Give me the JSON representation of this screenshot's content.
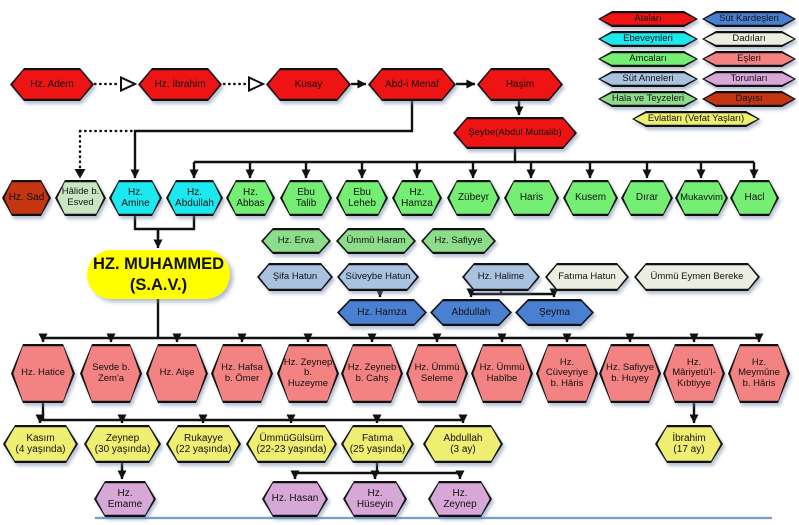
{
  "colors": {
    "ata": "#ee1414",
    "ebeveyn": "#1ce8f0",
    "amca": "#74ef74",
    "hala": "#8cdc8c",
    "sutanne": "#a9c2e0",
    "sutkardes": "#4a80d2",
    "dadi": "#ecede0",
    "halide": "#c9e6c2",
    "es": "#f38282",
    "evlat": "#eeee72",
    "torun": "#d7a8d7",
    "dayi": "#c43512",
    "prophet": "#ffff00",
    "line": "#111111",
    "footer_rule": "#7b9ccb"
  },
  "legend": {
    "items": [
      {
        "id": "atalari",
        "label": "Ataları",
        "role": "ata"
      },
      {
        "id": "sut-kardesleri",
        "label": "Süt Kardeşleri",
        "role": "sutkardes"
      },
      {
        "id": "ebeveynleri",
        "label": "Ebeveynleri",
        "role": "ebeveyn"
      },
      {
        "id": "dadilari",
        "label": "Dadıları",
        "role": "dadi"
      },
      {
        "id": "amcalari",
        "label": "Amcaları",
        "role": "amca"
      },
      {
        "id": "esleri",
        "label": "Eşleri",
        "role": "es"
      },
      {
        "id": "sut-anneleri",
        "label": "Süt Anneleri",
        "role": "sutanne"
      },
      {
        "id": "torunlari",
        "label": "Torunları",
        "role": "torun"
      },
      {
        "id": "hala-ve-teyzeleri",
        "label": "Hala ve Teyzeleri",
        "role": "hala"
      },
      {
        "id": "dayisi",
        "label": "Dayısı",
        "role": "dayi"
      }
    ],
    "footer": {
      "id": "evlatlari",
      "label": "Evlatları (Vefat Yaşları)",
      "role": "evlat"
    }
  },
  "groups": {
    "ancestors": [
      {
        "id": "adem",
        "label": "Hz. Adem",
        "role": "ata"
      },
      {
        "id": "ibrahim",
        "label": "Hz. İbrahim",
        "role": "ata"
      },
      {
        "id": "kusay",
        "label": "Kusay",
        "role": "ata"
      },
      {
        "id": "abdimenaf",
        "label": "Abd-i Menaf",
        "role": "ata"
      },
      {
        "id": "hasim",
        "label": "Haşim",
        "role": "ata"
      },
      {
        "id": "seybe",
        "label": "Şeybe(Abdul Muttalib)",
        "role": "ata"
      }
    ],
    "generation2": [
      {
        "id": "sad",
        "label": "Hz. Sad",
        "role": "dayi"
      },
      {
        "id": "halide",
        "label": "Hâlide b.\nEsved",
        "role": "halide"
      },
      {
        "id": "amine",
        "label": "Hz.\nAmine",
        "role": "ebeveyn"
      },
      {
        "id": "abdullah_f",
        "label": "Hz.\nAbdullah",
        "role": "ebeveyn"
      },
      {
        "id": "abbas",
        "label": "Hz.\nAbbas",
        "role": "amca"
      },
      {
        "id": "ebutalib",
        "label": "Ebu\nTalib",
        "role": "amca"
      },
      {
        "id": "ebuleheb",
        "label": "Ebu\nLeheb",
        "role": "amca"
      },
      {
        "id": "hamza_u",
        "label": "Hz.\nHamza",
        "role": "amca"
      },
      {
        "id": "zubeyr",
        "label": "Zübeyr",
        "role": "amca"
      },
      {
        "id": "haris",
        "label": "Haris",
        "role": "amca"
      },
      {
        "id": "kusem",
        "label": "Kusem",
        "role": "amca"
      },
      {
        "id": "dirar",
        "label": "Dırar",
        "role": "amca"
      },
      {
        "id": "mukavvim",
        "label": "Mukavvim",
        "role": "amca"
      },
      {
        "id": "hacl",
        "label": "Hacl",
        "role": "amca"
      }
    ],
    "aunts": [
      {
        "id": "erva",
        "label": "Hz. Erva",
        "role": "hala"
      },
      {
        "id": "ummuharam",
        "label": "Ümmü Haram",
        "role": "hala"
      },
      {
        "id": "safiyye_a",
        "label": "Hz. Safiyye",
        "role": "hala"
      }
    ],
    "nurses": [
      {
        "id": "sifa",
        "label": "Şifa Hatun",
        "role": "sutanne"
      },
      {
        "id": "suveybe",
        "label": "Süveybe Hatun",
        "role": "sutanne"
      },
      {
        "id": "halime",
        "label": "Hz. Halime",
        "role": "sutanne"
      },
      {
        "id": "fatimahatun",
        "label": "Fatıma Hatun",
        "role": "dadi"
      },
      {
        "id": "ummueymen",
        "label": "Ümmü Eymen Bereke",
        "role": "dadi"
      }
    ],
    "milk_siblings": [
      {
        "id": "hamza_ms",
        "label": "Hz. Hamza",
        "role": "sutkardes"
      },
      {
        "id": "abdullah_ms",
        "label": "Abdullah",
        "role": "sutkardes"
      },
      {
        "id": "seyma",
        "label": "Şeyma",
        "role": "sutkardes"
      }
    ],
    "prophet": {
      "id": "muhammed",
      "label": "HZ. MUHAMMED\n(S.A.V.)",
      "role": "prophet"
    },
    "wives": [
      {
        "id": "hatice",
        "label": "Hz. Hatice",
        "role": "es"
      },
      {
        "id": "sevde",
        "label": "Sevde b.\nZem'a",
        "role": "es"
      },
      {
        "id": "aise",
        "label": "Hz. Aişe",
        "role": "es"
      },
      {
        "id": "hafsa",
        "label": "Hz. Hafsa\nb. Ömer",
        "role": "es"
      },
      {
        "id": "zhuzeyme",
        "label": "Hz. Zeynep\nb.\nHuzeyme",
        "role": "es"
      },
      {
        "id": "zcahs",
        "label": "Hz. Zeyneb\nb. Cahş",
        "role": "es"
      },
      {
        "id": "useleme",
        "label": "Hz. Ümmü\nSeleme",
        "role": "es"
      },
      {
        "id": "uhabibe",
        "label": "Hz. Ümmü\nHabîbe",
        "role": "es"
      },
      {
        "id": "cuveyriye",
        "label": "Hz.\nCüveyriye\nb. Hâris",
        "role": "es"
      },
      {
        "id": "shuyey",
        "label": "Hz. Safiyye\nb. Huyey",
        "role": "es"
      },
      {
        "id": "mariye",
        "label": "Hz.\nMâriyetü'l-\nKıbtiyye",
        "role": "es"
      },
      {
        "id": "meymune",
        "label": "Hz.\nMeymûne\nb. Hâris",
        "role": "es"
      }
    ],
    "children": [
      {
        "id": "kasim",
        "label": "Kasım\n(4 yaşında)",
        "role": "evlat"
      },
      {
        "id": "zeynep_c",
        "label": "Zeynep\n(30 yaşında)",
        "role": "evlat"
      },
      {
        "id": "rukayye",
        "label": "Rukayye\n(22 yaşında)",
        "role": "evlat"
      },
      {
        "id": "ummugulsum",
        "label": "ÜmmüGülsüm\n(22-23 yaşında)",
        "role": "evlat"
      },
      {
        "id": "fatima",
        "label": "Fatıma\n(25 yaşında)",
        "role": "evlat"
      },
      {
        "id": "abdullah_c",
        "label": "Abdullah\n(3 ay)",
        "role": "evlat"
      },
      {
        "id": "ibrahim_c",
        "label": "İbrahim\n(17 ay)",
        "role": "evlat"
      }
    ],
    "grandchildren": [
      {
        "id": "emame",
        "label": "Hz.\nEmame",
        "role": "torun"
      },
      {
        "id": "hasan",
        "label": "Hz. Hasan",
        "role": "torun"
      },
      {
        "id": "huseyin",
        "label": "Hz.\nHüseyin",
        "role": "torun"
      },
      {
        "id": "zeynep_g",
        "label": "Hz.\nZeynep",
        "role": "torun"
      }
    ]
  }
}
